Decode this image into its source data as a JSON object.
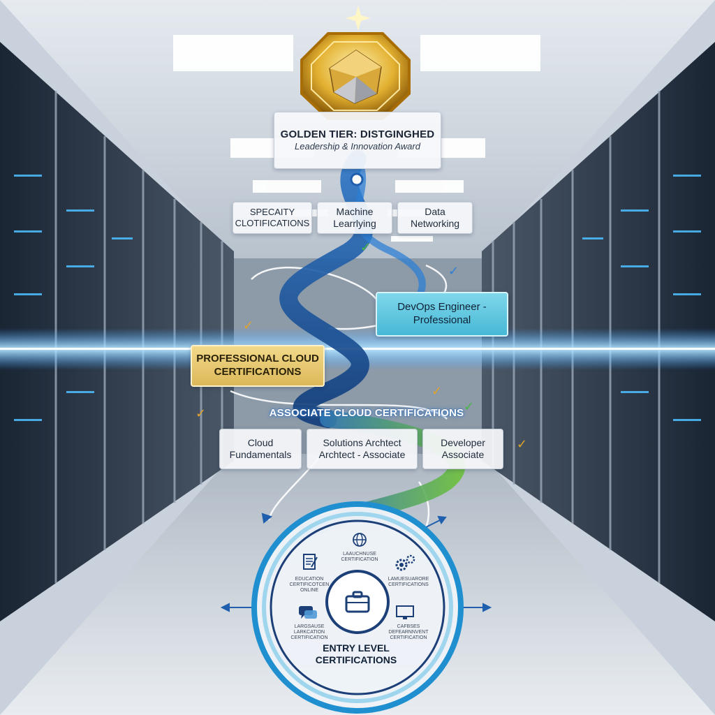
{
  "award": {
    "title": "GOLDEN TIER: DISTGINGHED",
    "subtitle": "Leadership & Innovation Award"
  },
  "specialty": {
    "items": [
      {
        "line1": "SPECAITY",
        "line2": "CLOTIFICATIONS"
      },
      {
        "line1": "Machine",
        "line2": "Learrlying"
      },
      {
        "line1": "Data",
        "line2": "Networking"
      }
    ]
  },
  "devops": {
    "line1": "DevOps Engineer -",
    "line2": "Professional"
  },
  "professional": {
    "line1": "PROFESSIONAL CLOUD",
    "line2": "CERTIFICATIONS"
  },
  "associate": {
    "title": "ASSOCIATE CLOUD CERTIFICATIONS",
    "items": [
      {
        "line1": "Cloud",
        "line2": "Fundamentals"
      },
      {
        "line1": "Solutions Archtect",
        "line2": "Archtect - Associate"
      },
      {
        "line1": "Developer",
        "line2": "Associate"
      }
    ]
  },
  "entry": {
    "title_line1": "ENTRY LEVEL",
    "title_line2": "CERTIFICATIONS",
    "segments": [
      {
        "icon": "globe-icon",
        "line1": "LAAUCHNUSE",
        "line2": "CERTIFICATION"
      },
      {
        "icon": "gears-icon",
        "line1": "LAMUESUARORE",
        "line2": "CERTIFICATIONS"
      },
      {
        "icon": "monitor-icon",
        "line1": "CAFBSES",
        "line2": "DEFEARNNVENT",
        "line3": "CERTIFICATION"
      },
      {
        "icon": "chat-icon",
        "line1": "LARGSAUSE",
        "line2": "LARKCATION",
        "line3": "CERTIFICATION"
      },
      {
        "icon": "document-icon",
        "line1": "EDUCATION",
        "line2": "CERTIFICOTCEN",
        "line3": "ONLINE"
      }
    ],
    "center_icon": "briefcase-icon"
  },
  "colors": {
    "path_blue": "#1f5fae",
    "path_green": "#5aa83a",
    "accent_cyan": "#47b8d6",
    "gold": "#d9a820",
    "check_green": "#49b64a",
    "check_orange": "#e2a32a"
  }
}
